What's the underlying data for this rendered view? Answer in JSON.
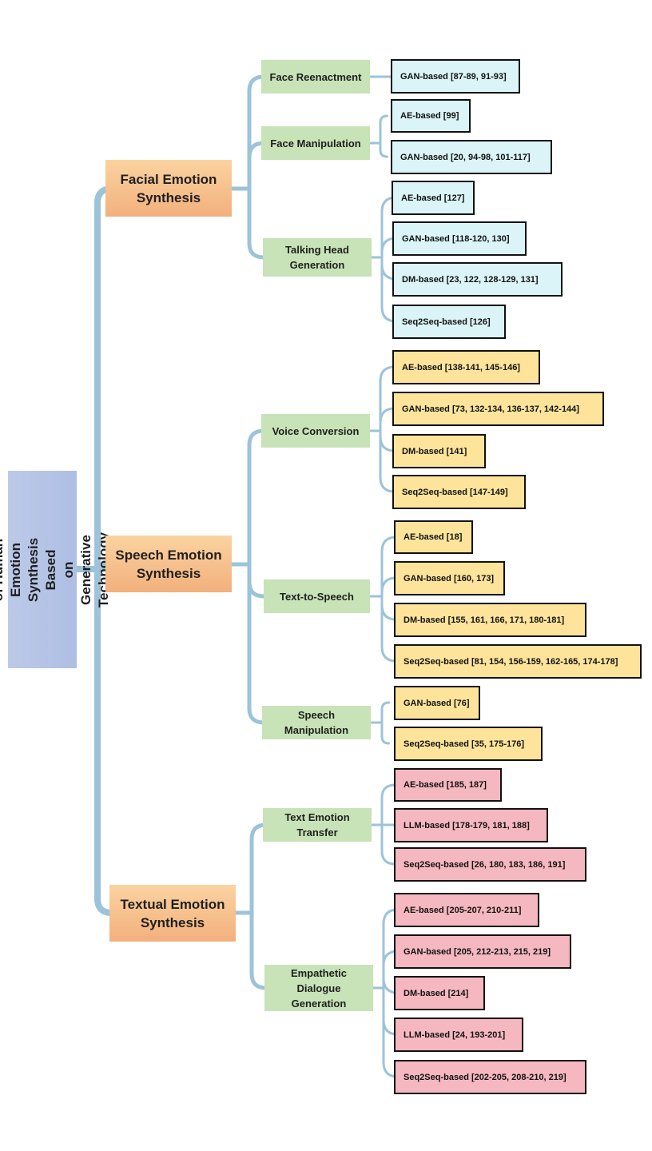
{
  "root_title": "A Review of Human\nEmotion Synthesis Based\non Generative Technology",
  "colors": {
    "connector": "#9cc3da",
    "facial_leaf": "#dbf4f7",
    "speech_leaf": "#fde49a",
    "textual_leaf": "#f5b8c0",
    "subcategory": "#c7e3b7",
    "category": "#f5bd8a",
    "root": "#b4c4e6"
  },
  "categories": [
    {
      "label": "Facial Emotion\nSynthesis",
      "subcategories": [
        {
          "label": "Face Reenactment",
          "leaves": [
            "GAN-based [87-89, 91-93]"
          ]
        },
        {
          "label": "Face Manipulation",
          "leaves": [
            "AE-based [99]",
            "GAN-based [20, 94-98, 101-117]"
          ]
        },
        {
          "label": "Talking Head\nGeneration",
          "leaves": [
            "AE-based [127]",
            "GAN-based [118-120, 130]",
            "DM-based [23, 122, 128-129, 131]",
            "Seq2Seq-based [126]"
          ]
        }
      ]
    },
    {
      "label": "Speech Emotion\nSynthesis",
      "subcategories": [
        {
          "label": "Voice Conversion",
          "leaves": [
            "AE-based [138-141, 145-146]",
            "GAN-based [73, 132-134, 136-137, 142-144]",
            "DM-based [141]",
            "Seq2Seq-based [147-149]"
          ]
        },
        {
          "label": "Text-to-Speech",
          "leaves": [
            "AE-based [18]",
            "GAN-based [160, 173]",
            "DM-based [155, 161, 166, 171, 180-181]",
            "Seq2Seq-based [81, 154, 156-159, 162-165, 174-178]"
          ]
        },
        {
          "label": "Speech\nManipulation",
          "leaves": [
            "GAN-based [76]",
            "Seq2Seq-based [35, 175-176]"
          ]
        }
      ]
    },
    {
      "label": "Textual Emotion\nSynthesis",
      "subcategories": [
        {
          "label": "Text Emotion\nTransfer",
          "leaves": [
            "AE-based [185, 187]",
            "LLM-based [178-179, 181, 188]",
            "Seq2Seq-based [26, 180, 183, 186, 191]"
          ]
        },
        {
          "label": "Empathetic\nDialogue\nGeneration",
          "leaves": [
            "AE-based [205-207, 210-211]",
            "GAN-based [205, 212-213, 215, 219]",
            "DM-based [214]",
            "LLM-based [24, 193-201]",
            "Seq2Seq-based [202-205, 208-210, 219]"
          ]
        }
      ]
    }
  ]
}
